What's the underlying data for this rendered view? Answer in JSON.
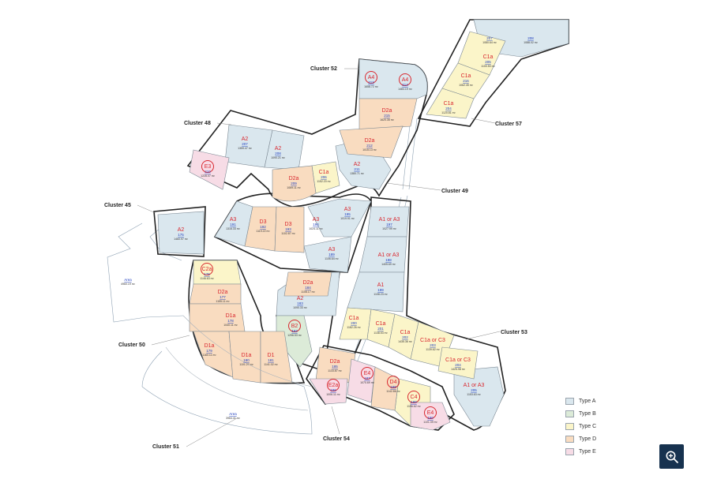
{
  "map": {
    "colors": {
      "type_a": "#dae7ee",
      "type_b": "#dcebd8",
      "type_c": "#fbf5c9",
      "type_d": "#f9dcc0",
      "type_e": "#f7dce6",
      "boundary": "#222222",
      "road": "#8fa2b4",
      "label_red": "#d9282f",
      "label_blue": "#1f3fbf"
    },
    "cluster_labels": {
      "c52": "Cluster 52",
      "c57": "Cluster 57",
      "c48": "Cluster 48",
      "c49": "Cluster 49",
      "c45": "Cluster 45",
      "c50": "Cluster 50",
      "c53": "Cluster 53",
      "c51": "Cluster 51",
      "c54": "Cluster 54"
    },
    "plots": [
      {
        "type": "A4",
        "num": "213",
        "area": "1658.72 m²",
        "color": "type_a"
      },
      {
        "type": "A4",
        "num": "214",
        "area": "1484.19 m²",
        "color": "type_a"
      },
      {
        "type": "D2a",
        "num": "215",
        "area": "1620.35 m²",
        "color": "type_d"
      },
      {
        "type": "D2a",
        "num": "212",
        "area": "1015.13 m²",
        "color": "type_d"
      },
      {
        "type": "A2",
        "num": "211",
        "area": "1380.71 m²",
        "color": "type_a"
      },
      {
        "type": "C1a",
        "num": "206",
        "area": "1152.20 m²",
        "color": "type_c"
      },
      {
        "type": "D2a",
        "num": "209",
        "area": "1069.11 m²",
        "color": "type_d"
      },
      {
        "type": "",
        "num": "207",
        "area": "1080.64 m²",
        "color": "type_a"
      },
      {
        "type": "",
        "num": "208",
        "area": "1088.02 m²",
        "color": "type_a"
      },
      {
        "type": "C1a",
        "num": "205",
        "area": "1100.50 m²",
        "color": "type_c"
      },
      {
        "type": "C1a",
        "num": "216",
        "area": "1062.45 m²",
        "color": "type_c"
      },
      {
        "type": "C1a",
        "num": "204",
        "area": "1120.81 m²",
        "color": "type_c"
      },
      {
        "type": "A2",
        "num": "207",
        "area": "1359.47 m²",
        "color": "type_a"
      },
      {
        "type": "A2",
        "num": "208",
        "area": "1090.21 m²",
        "color": "type_a"
      },
      {
        "type": "E3",
        "num": "210",
        "area": "1228.07 m²",
        "color": "type_e"
      },
      {
        "type": "A3",
        "num": "191",
        "area": "1316.33 m²",
        "color": "type_a"
      },
      {
        "type": "D3",
        "num": "192",
        "area": "1119.22 m²",
        "color": "type_d"
      },
      {
        "type": "D3",
        "num": "193",
        "area": "1102.87 m²",
        "color": "type_d"
      },
      {
        "type": "A3",
        "num": "194",
        "area": "1024.11 m²",
        "color": "type_a"
      },
      {
        "type": "A3",
        "num": "195",
        "area": "1019.91 m²",
        "color": "type_a"
      },
      {
        "type": "A3",
        "num": "189",
        "area": "1106.64 m²",
        "color": "type_a"
      },
      {
        "type": "A2",
        "num": "175",
        "area": "1460.97 m²",
        "color": "type_a"
      },
      {
        "type": "",
        "num": "Area",
        "area": "4960.19 m²",
        "color": "none"
      },
      {
        "type": "C2a",
        "num": "176",
        "area": "1146.63 m²",
        "color": "type_c"
      },
      {
        "type": "D2a",
        "num": "177",
        "area": "1155.11 m²",
        "color": "type_d"
      },
      {
        "type": "D1a",
        "num": "178",
        "area": "1040.11 m²",
        "color": "type_d"
      },
      {
        "type": "D1a",
        "num": "179",
        "area": "1160.11 m²",
        "color": "type_d"
      },
      {
        "type": "D1a",
        "num": "180",
        "area": "1101.27 m²",
        "color": "type_d"
      },
      {
        "type": "D1",
        "num": "181",
        "area": "1141.02 m²",
        "color": "type_d"
      },
      {
        "type": "D2a",
        "num": "184",
        "area": "1108.17 m²",
        "color": "type_d"
      },
      {
        "type": "A2",
        "num": "183",
        "area": "1090.33 m²",
        "color": "type_a"
      },
      {
        "type": "B2",
        "num": "182",
        "area": "1296.53 m²",
        "color": "type_b"
      },
      {
        "type": "A1 or A3",
        "num": "197",
        "area": "1027.99 m²",
        "color": "type_a"
      },
      {
        "type": "A1 or A3",
        "num": "198",
        "area": "1405.69 m²",
        "color": "type_a"
      },
      {
        "type": "A1",
        "num": "199",
        "area": "1108.23 m²",
        "color": "type_a"
      },
      {
        "type": "C1a",
        "num": "200",
        "area": "1182.26 m²",
        "color": "type_c"
      },
      {
        "type": "C1a",
        "num": "201",
        "area": "1138.53 m²",
        "color": "type_c"
      },
      {
        "type": "C1a",
        "num": "202",
        "area": "1435.36 m²",
        "color": "type_c"
      },
      {
        "type": "C1a or C3",
        "num": "203",
        "area": "1139.62 m²",
        "color": "type_c"
      },
      {
        "type": "C1a or C3",
        "num": "204",
        "area": "1425.98 m²",
        "color": "type_c"
      },
      {
        "type": "A1 or A3",
        "num": "205",
        "area": "1153.63 m²",
        "color": "type_a"
      },
      {
        "type": "D2a",
        "num": "185",
        "area": "1133.87 m²",
        "color": "type_d"
      },
      {
        "type": "E2a",
        "num": "186",
        "area": "1006.11 m²",
        "color": "type_e"
      },
      {
        "type": "E4",
        "num": "187",
        "area": "1070.69 m²",
        "color": "type_e"
      },
      {
        "type": "D4",
        "num": "188",
        "area": "1142.86 m²",
        "color": "type_d"
      },
      {
        "type": "C4",
        "num": "189",
        "area": "1196.62 m²",
        "color": "type_c"
      },
      {
        "type": "E4",
        "num": "190",
        "area": "1101.39 m²",
        "color": "type_e"
      },
      {
        "type": "",
        "num": "Area",
        "area": "3964.41 m²",
        "color": "none"
      }
    ],
    "circled_types": [
      "A4",
      "E3",
      "E2a",
      "C2a",
      "B2",
      "E4",
      "D4",
      "C4"
    ]
  },
  "legend": {
    "items": [
      {
        "label": "Type A",
        "color": "#dae7ee"
      },
      {
        "label": "Type B",
        "color": "#dcebd8"
      },
      {
        "label": "Type C",
        "color": "#fbf5c9"
      },
      {
        "label": "Type D",
        "color": "#f9dcc0"
      },
      {
        "label": "Type E",
        "color": "#f7dce6"
      }
    ]
  },
  "zoom_button": {
    "icon": "zoom-in-icon"
  }
}
